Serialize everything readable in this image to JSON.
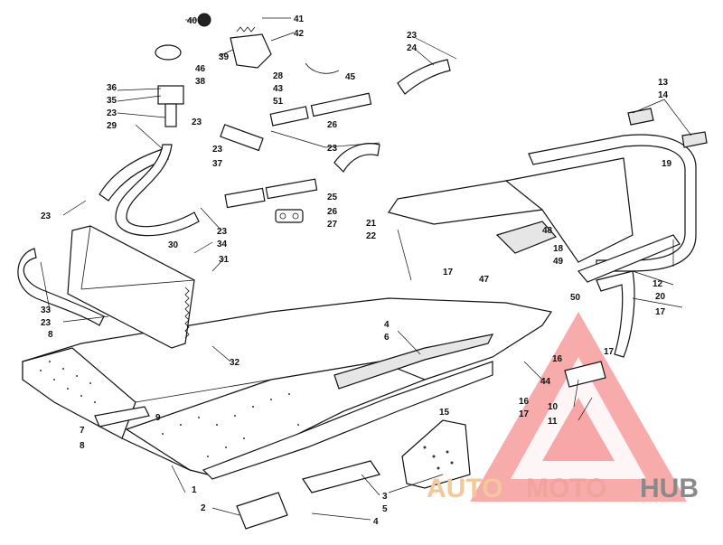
{
  "watermark": {
    "brand_a": "AUTO",
    "brand_b": "MOTO",
    "brand_c": "HUB",
    "color_a": "#f5c89a",
    "color_b": "#f2a39b",
    "color_c": "#8a8a8a",
    "triangle_color": "#f05a5a"
  },
  "callouts": {
    "c1": "1",
    "c2": "2",
    "c3": "3",
    "c4a": "4",
    "c4b": "4",
    "c5": "5",
    "c6": "6",
    "c7": "7",
    "c8a": "8",
    "c8b": "8",
    "c9": "9",
    "c10": "10",
    "c11": "11",
    "c12": "12",
    "c13": "13",
    "c14": "14",
    "c15": "15",
    "c16a": "16",
    "c16b": "16",
    "c17a": "17",
    "c17b": "17",
    "c17c": "17",
    "c17d": "17",
    "c18": "18",
    "c19": "19",
    "c20": "20",
    "c21": "21",
    "c22": "22",
    "c23a": "23",
    "c23b": "23",
    "c23c": "23",
    "c23d": "23",
    "c23e": "23",
    "c23f": "23",
    "c23g": "23",
    "c23h": "23",
    "c24": "24",
    "c25": "25",
    "c26a": "26",
    "c26b": "26",
    "c27": "27",
    "c28": "28",
    "c29": "29",
    "c30": "30",
    "c31": "31",
    "c32": "32",
    "c33": "33",
    "c34": "34",
    "c35": "35",
    "c36": "36",
    "c37": "37",
    "c38": "38",
    "c39": "39",
    "c40": "40",
    "c41": "41",
    "c42": "42",
    "c43": "43",
    "c44": "44",
    "c45": "45",
    "c46": "46",
    "c47": "47",
    "c48": "48",
    "c49": "49",
    "c50": "50",
    "c51": "51"
  }
}
